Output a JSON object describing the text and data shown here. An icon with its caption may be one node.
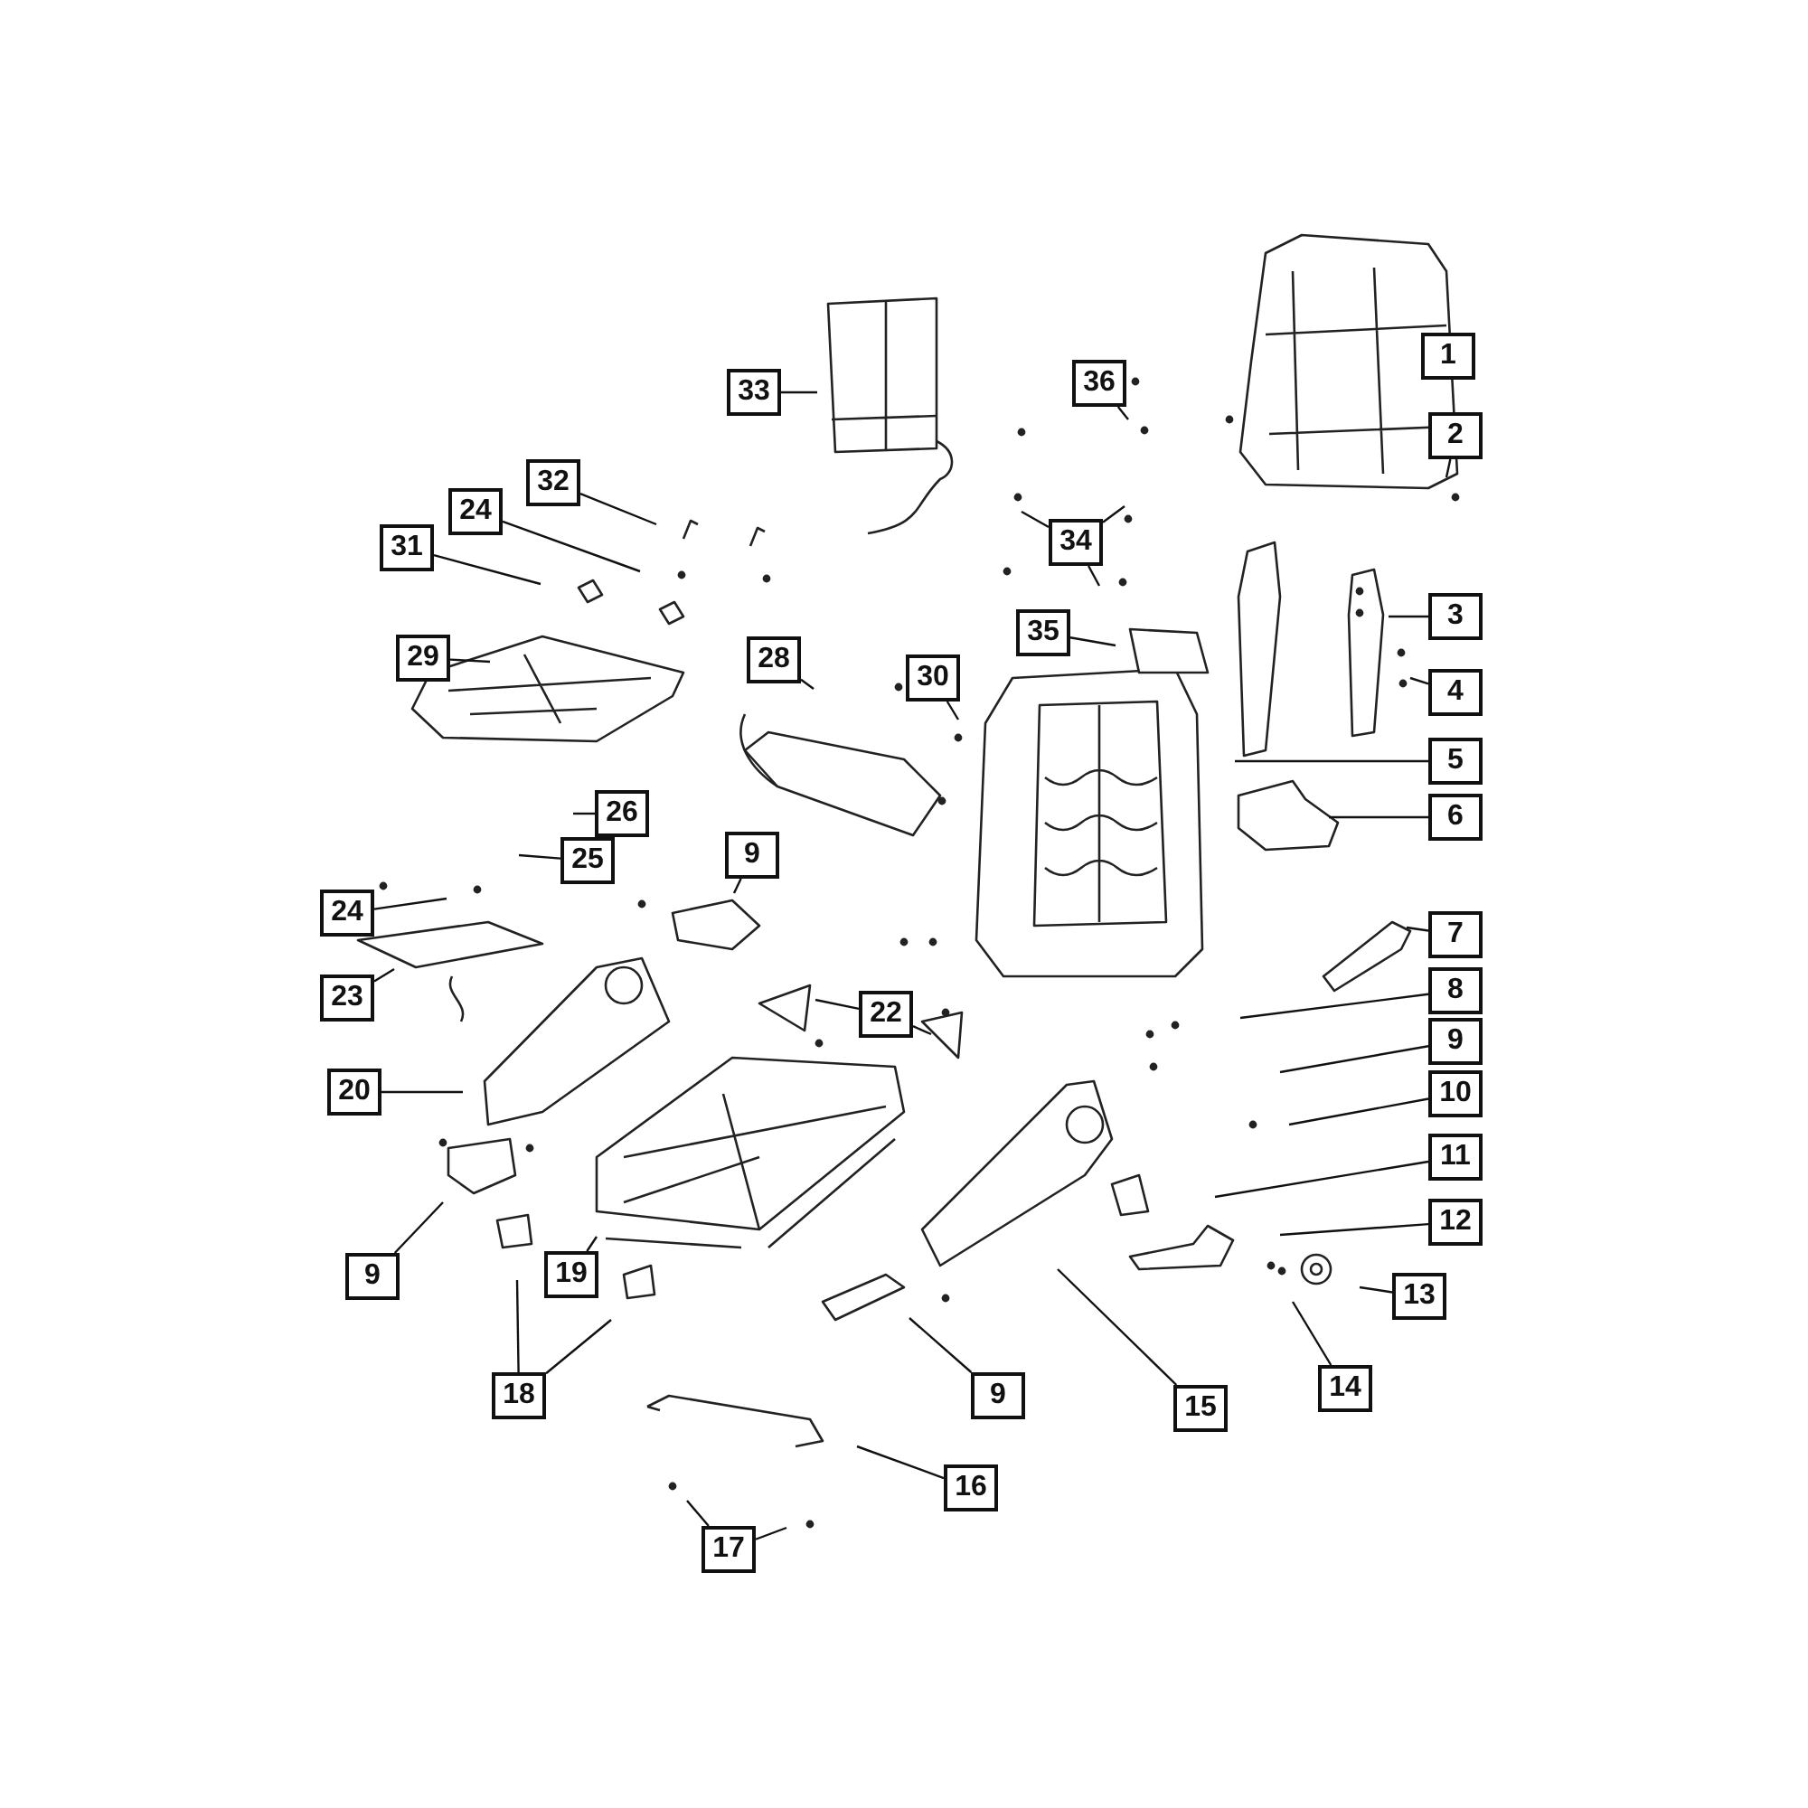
{
  "diagram": {
    "nodes": [
      {
        "text": [
          "1"
        ]
      },
      {
        "text": [
          "36"
        ]
      },
      {
        "text": [
          "33"
        ]
      },
      {
        "text": [
          "2"
        ]
      },
      {
        "text": [
          "32"
        ]
      },
      {
        "text": [
          "24"
        ]
      },
      {
        "text": [
          "34"
        ]
      },
      {
        "text": [
          "31"
        ]
      },
      {
        "text": [
          "3"
        ]
      },
      {
        "text": [
          "35"
        ]
      },
      {
        "text": [
          "29"
        ]
      },
      {
        "text": [
          "28"
        ]
      },
      {
        "text": [
          "30"
        ]
      },
      {
        "text": [
          "4"
        ]
      },
      {
        "text": [
          "5"
        ]
      },
      {
        "text": [
          "26"
        ]
      },
      {
        "text": [
          "6"
        ]
      },
      {
        "text": [
          "9"
        ]
      },
      {
        "text": [
          "25"
        ]
      },
      {
        "text": [
          "24"
        ]
      },
      {
        "text": [
          "7"
        ]
      },
      {
        "text": [
          "8"
        ]
      },
      {
        "text": [
          "23"
        ]
      },
      {
        "text": [
          "22"
        ]
      },
      {
        "text": [
          "9"
        ]
      },
      {
        "text": [
          "20"
        ]
      },
      {
        "text": [
          "10"
        ]
      },
      {
        "text": [
          "11"
        ]
      },
      {
        "text": [
          "12"
        ]
      },
      {
        "text": [
          "19"
        ]
      },
      {
        "text": [
          "9"
        ]
      },
      {
        "text": [
          "13"
        ]
      },
      {
        "text": [
          "14"
        ]
      },
      {
        "text": [
          "18"
        ]
      },
      {
        "text": [
          "9"
        ]
      },
      {
        "text": [
          "15"
        ]
      },
      {
        "text": [
          "16"
        ]
      },
      {
        "text": [
          "17"
        ]
      }
    ],
    "edges": [
      {
        "from": 0,
        "to": null,
        "arrow": "none"
      },
      {
        "from": 1,
        "to": null,
        "arrow": "none"
      },
      {
        "from": 2,
        "to": null,
        "arrow": "none"
      },
      {
        "from": 3,
        "to": null,
        "arrow": "none"
      },
      {
        "from": 4,
        "to": null,
        "arrow": "none"
      },
      {
        "from": 5,
        "to": null,
        "arrow": "none"
      },
      {
        "from": 6,
        "to": null,
        "arrow": "none"
      },
      {
        "from": 6,
        "to": null,
        "arrow": "none"
      },
      {
        "from": 6,
        "to": null,
        "arrow": "none"
      },
      {
        "from": 7,
        "to": null,
        "arrow": "none"
      },
      {
        "from": 8,
        "to": null,
        "arrow": "none"
      },
      {
        "from": 9,
        "to": null,
        "arrow": "none"
      },
      {
        "from": 10,
        "to": null,
        "arrow": "none"
      },
      {
        "from": 11,
        "to": null,
        "arrow": "none"
      },
      {
        "from": 12,
        "to": null,
        "arrow": "none"
      },
      {
        "from": 13,
        "to": null,
        "arrow": "none"
      },
      {
        "from": 14,
        "to": null,
        "arrow": "none"
      },
      {
        "from": 15,
        "to": null,
        "arrow": "none"
      },
      {
        "from": 16,
        "to": null,
        "arrow": "none"
      },
      {
        "from": 17,
        "to": null,
        "arrow": "none"
      },
      {
        "from": 18,
        "to": null,
        "arrow": "none"
      },
      {
        "from": 19,
        "to": null,
        "arrow": "none"
      },
      {
        "from": 20,
        "to": null,
        "arrow": "none"
      },
      {
        "from": 21,
        "to": null,
        "arrow": "none"
      },
      {
        "from": 22,
        "to": null,
        "arrow": "none"
      },
      {
        "from": 23,
        "to": null,
        "arrow": "none"
      },
      {
        "from": 23,
        "to": null,
        "arrow": "none"
      },
      {
        "from": 24,
        "to": null,
        "arrow": "none"
      },
      {
        "from": 25,
        "to": null,
        "arrow": "none"
      },
      {
        "from": 26,
        "to": null,
        "arrow": "none"
      },
      {
        "from": 27,
        "to": null,
        "arrow": "none"
      },
      {
        "from": 28,
        "to": null,
        "arrow": "none"
      },
      {
        "from": 29,
        "to": null,
        "arrow": "none"
      },
      {
        "from": 30,
        "to": null,
        "arrow": "none"
      },
      {
        "from": 31,
        "to": null,
        "arrow": "none"
      },
      {
        "from": 32,
        "to": null,
        "arrow": "none"
      },
      {
        "from": 33,
        "to": null,
        "arrow": "none"
      },
      {
        "from": 33,
        "to": null,
        "arrow": "none"
      },
      {
        "from": 34,
        "to": null,
        "arrow": "none"
      },
      {
        "from": 35,
        "to": null,
        "arrow": "none"
      },
      {
        "from": 36,
        "to": null,
        "arrow": "none"
      },
      {
        "from": 37,
        "to": null,
        "arrow": "none"
      },
      {
        "from": 37,
        "to": null,
        "arrow": "none"
      }
    ]
  }
}
